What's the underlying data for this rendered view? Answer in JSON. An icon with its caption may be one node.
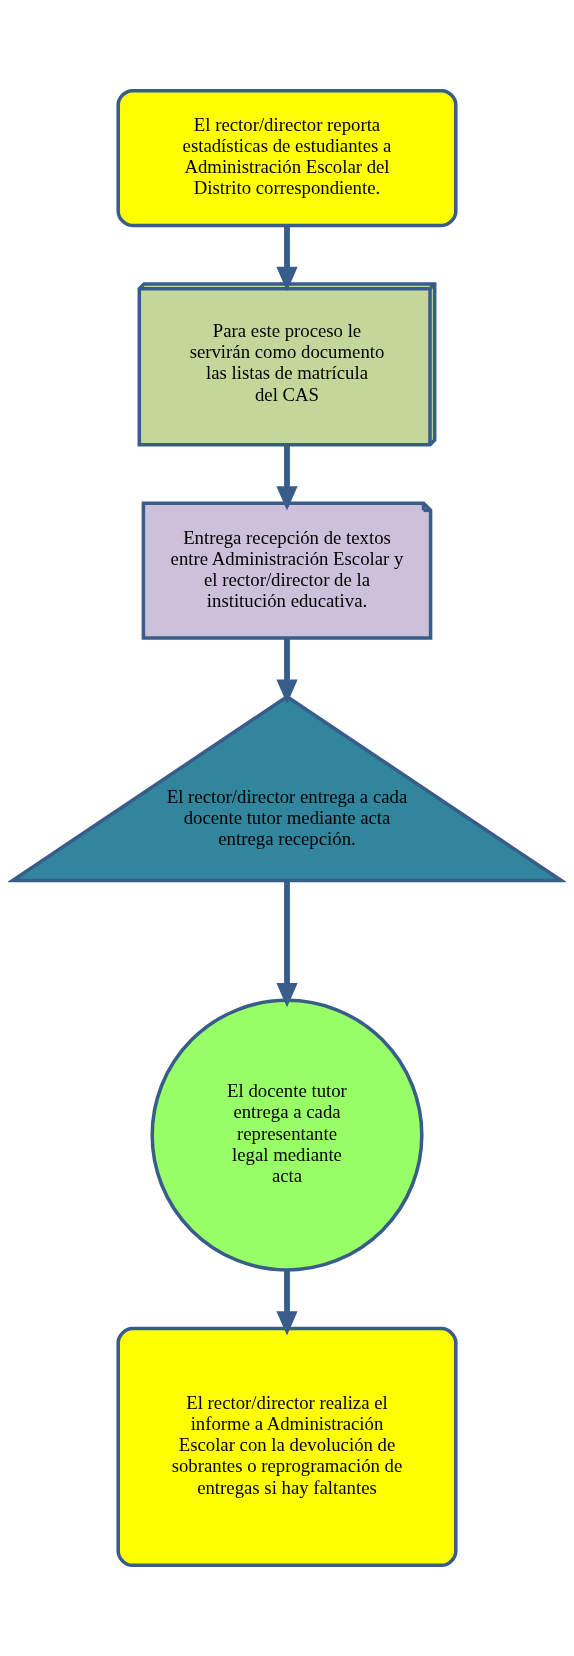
{
  "diagram": {
    "nodes": [
      {
        "text": [
          "El rector/director reporta estadísticas de estudiantes a Administración Escolar del Distrito correspondiente."
        ]
      },
      {
        "text": [
          "Para este proceso le servirán como documento las listas de matrícula del CAS"
        ]
      },
      {
        "text": [
          "Entrega recepción de textos entre Administración Escolar y el rector/director de la institución educativa."
        ]
      },
      {
        "text": [
          "El rector/director entrega a cada docente tutor mediante acta entrega recepción."
        ]
      },
      {
        "text": [
          "El docente tutor entrega a cada representante legal mediante acta"
        ]
      },
      {
        "text": [
          "El rector/director realiza el informe a Administración Escolar con la devolución de sobrantes o reprogramación de entregas si hay faltantes"
        ]
      }
    ],
    "edges": [
      {
        "from": 0,
        "to": 1,
        "arrow": "to"
      },
      {
        "from": 1,
        "to": 2,
        "arrow": "to"
      },
      {
        "from": 2,
        "to": 3,
        "arrow": "to"
      },
      {
        "from": 3,
        "to": 4,
        "arrow": "to"
      },
      {
        "from": 4,
        "to": 5,
        "arrow": "to"
      }
    ]
  }
}
